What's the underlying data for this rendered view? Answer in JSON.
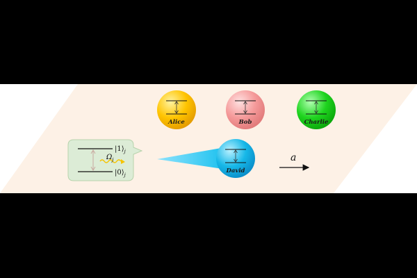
{
  "atoms": [
    {
      "id": "alice",
      "label": "Alice",
      "color": "#ffc400",
      "hi": "#fff3a0",
      "lo": "#e39a00"
    },
    {
      "id": "bob",
      "label": "Bob",
      "color": "#f59a9a",
      "hi": "#ffe0e0",
      "lo": "#e07878"
    },
    {
      "id": "charlie",
      "label": "Charlie",
      "color": "#1fd41f",
      "hi": "#b0ffb0",
      "lo": "#0aa50a"
    },
    {
      "id": "david",
      "label": "David",
      "color": "#17b8e8",
      "hi": "#b8f0ff",
      "lo": "#0a8cc8"
    }
  ],
  "level_diagram": {
    "upper_state": "|1⟩",
    "upper_sub": "j",
    "lower_state": "|0⟩",
    "lower_sub": "j",
    "rabi_symbol": "Ω",
    "rabi_sub": "j",
    "bubble_fill": "#dcecd6",
    "bubble_stroke": "#b7d3ac"
  },
  "spacing": {
    "symbol": "a"
  },
  "colors": {
    "band": "#ffffff",
    "plane": "#fdf1e6",
    "beam": "#1fc2ef",
    "wave": "#f5c400",
    "transition_arrow": "#c9a9a0"
  }
}
